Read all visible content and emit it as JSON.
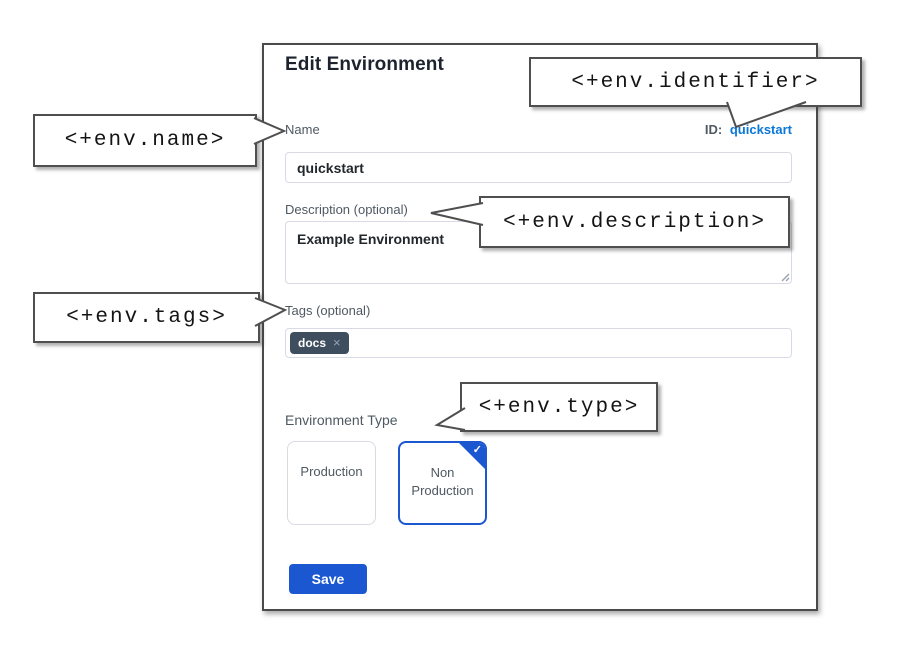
{
  "modal": {
    "title": "Edit Environment",
    "name": {
      "label": "Name",
      "value": "quickstart"
    },
    "identifier": {
      "label": "ID:",
      "value": "quickstart"
    },
    "description": {
      "label": "Description (optional)",
      "value": "Example Environment"
    },
    "tags": {
      "label": "Tags (optional)",
      "items": [
        {
          "label": "docs",
          "remove_icon": "×"
        }
      ]
    },
    "environment_type": {
      "label": "Environment Type",
      "options": [
        {
          "label": "Production",
          "selected": false
        },
        {
          "label": "Non Production",
          "selected": true
        }
      ],
      "check_icon": "✓"
    },
    "save_label": "Save"
  },
  "callouts": {
    "identifier": "<+env.identifier>",
    "name": "<+env.name>",
    "description": "<+env.description>",
    "tags": "<+env.tags>",
    "type": "<+env.type>"
  },
  "colors": {
    "primary_blue": "#1b57d0",
    "link_blue": "#0a78d8",
    "label_gray": "#4f5962",
    "text_dark": "#22272b",
    "tag_bg": "#3f4e5f",
    "input_border": "#d9dae5",
    "callout_border": "#4f4f4f"
  }
}
